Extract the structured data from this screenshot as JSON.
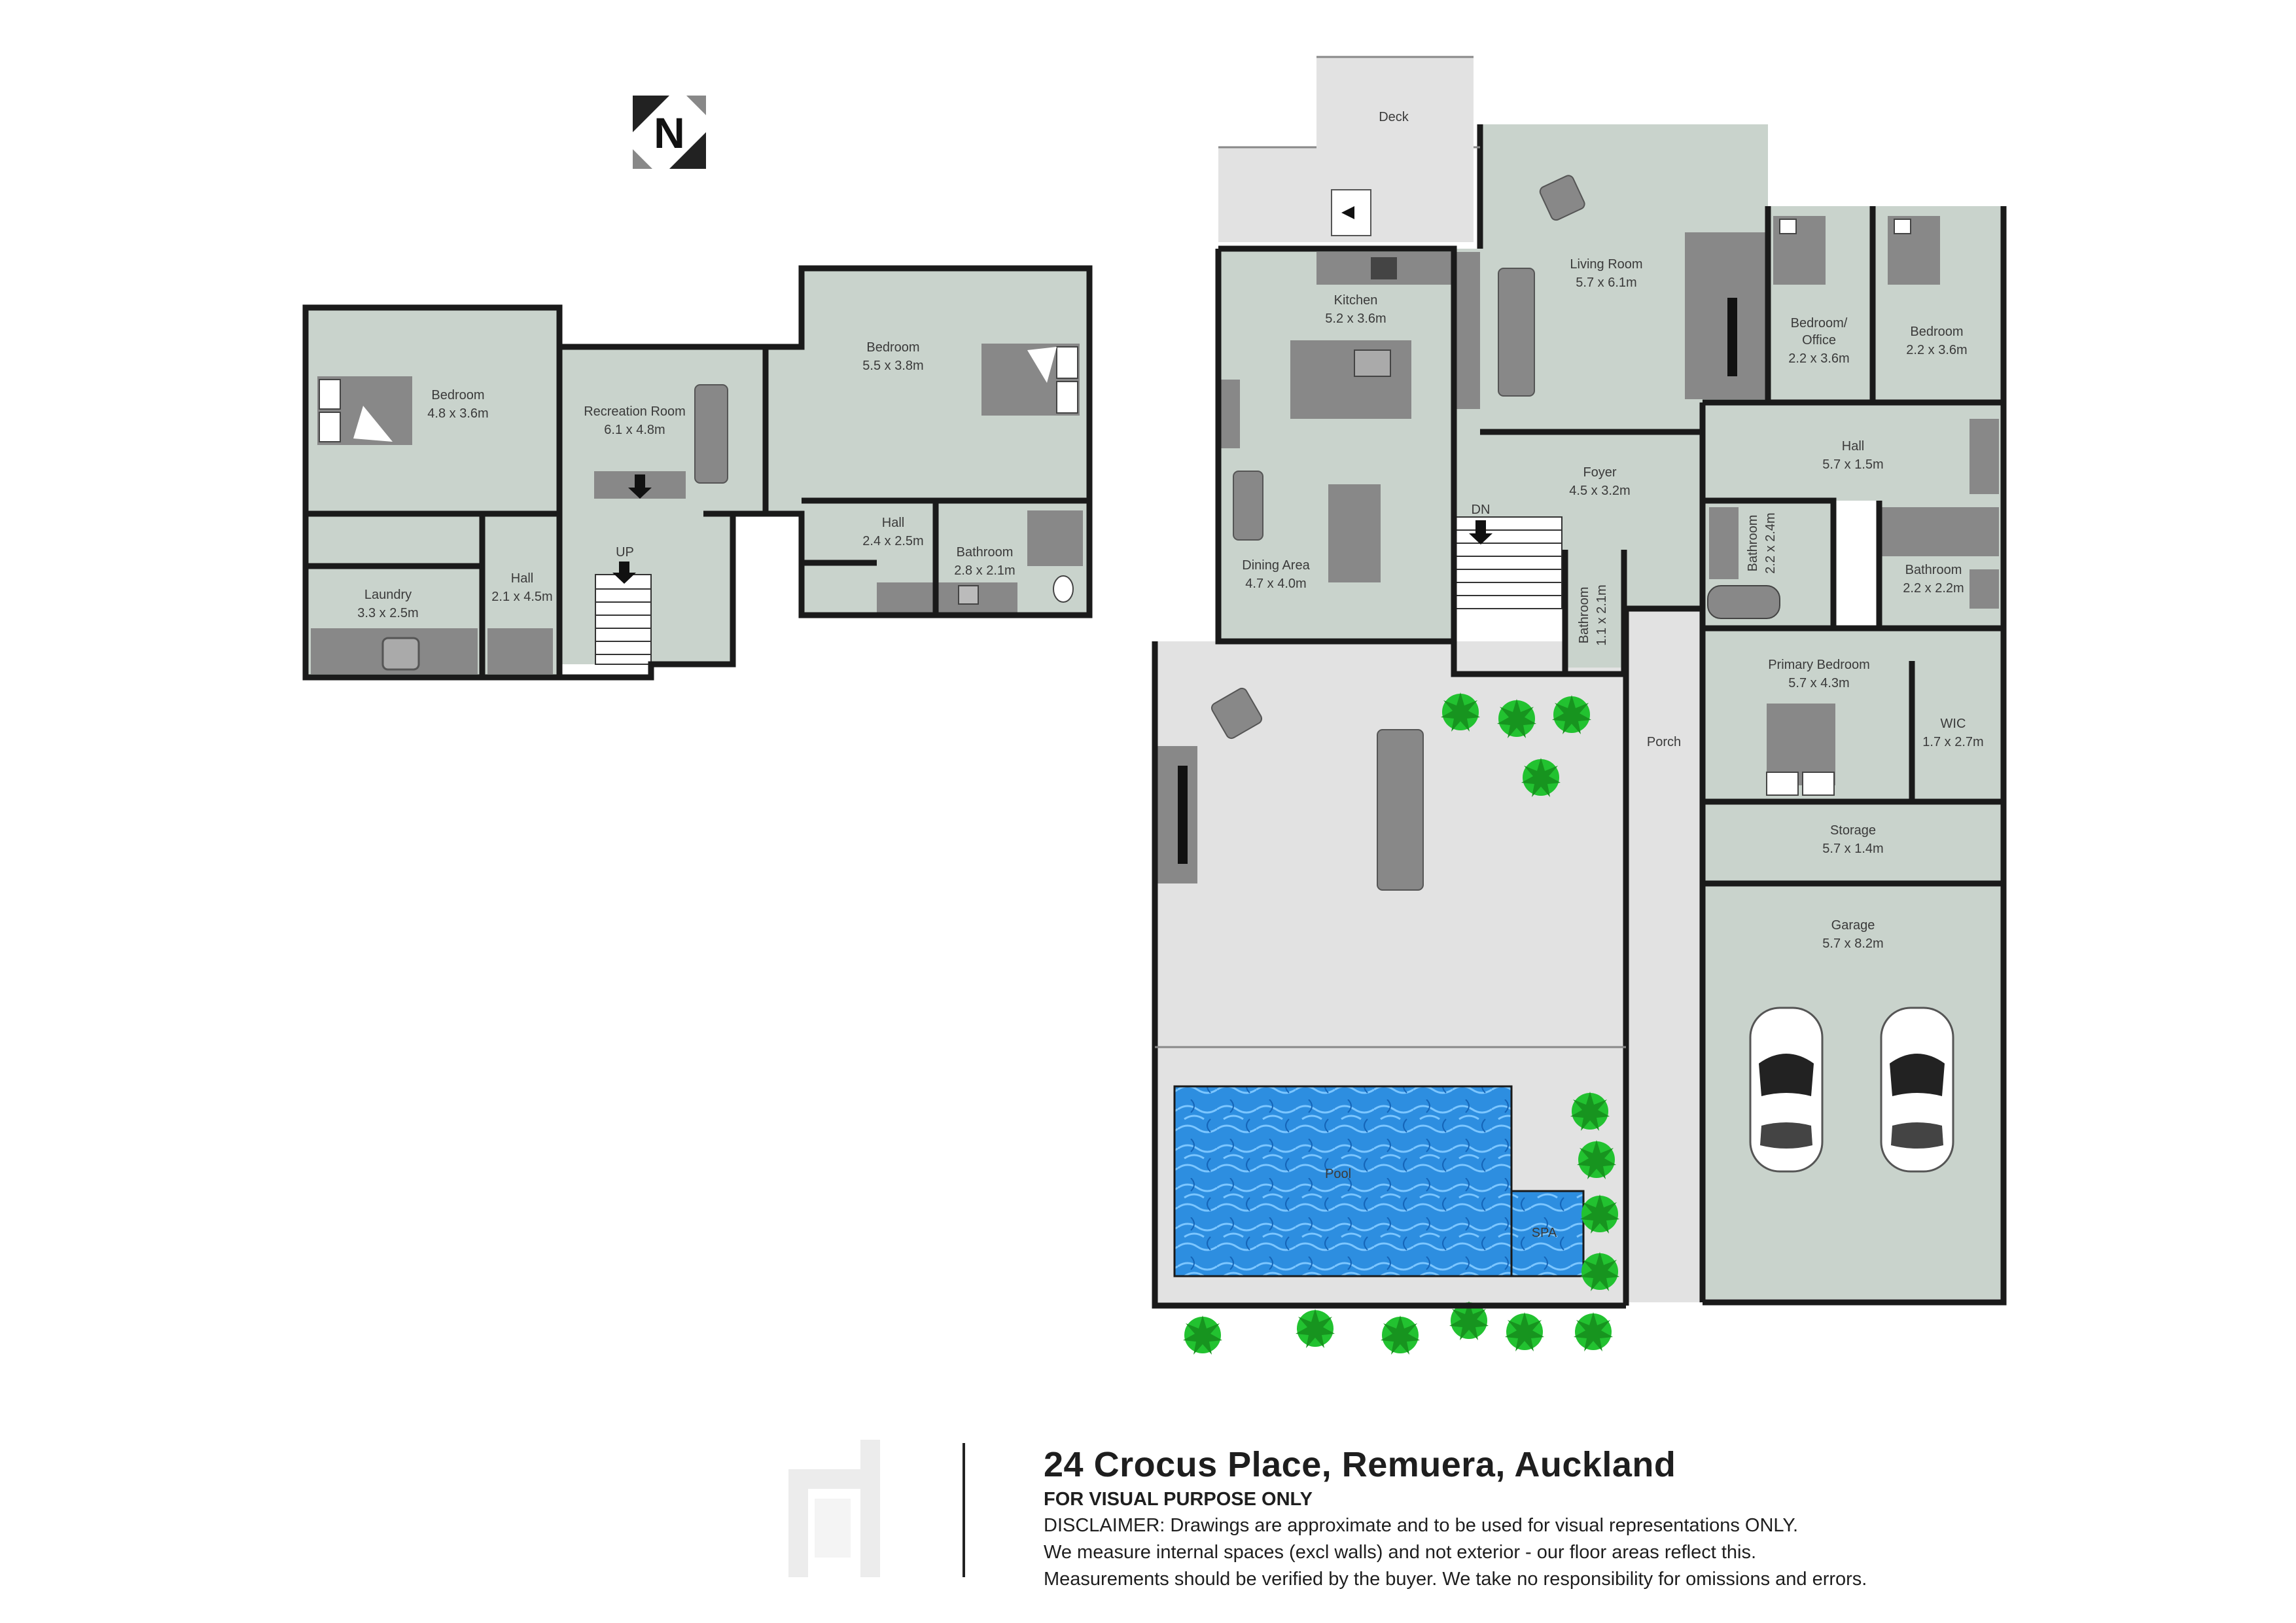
{
  "title_block": {
    "address": "24 Crocus Place, Remuera, Auckland",
    "subtitle": "FOR VISUAL PURPOSE ONLY",
    "disclaimer_lines": [
      "DISCLAIMER:  Drawings are approximate and to be used for visual representations ONLY.",
      "We measure internal spaces (excl walls) and not exterior - our floor areas reflect this.",
      "Measurements should be verified by the buyer. We take no responsibility for omissions and errors."
    ]
  },
  "compass": {
    "letter": "N"
  },
  "lower_floor": {
    "rooms": [
      {
        "name": "Bedroom",
        "size": "4.8 x 3.6m"
      },
      {
        "name": "Recreation Room",
        "size": "6.1 x 4.8m"
      },
      {
        "name": "Bedroom",
        "size": "5.5 x 3.8m"
      },
      {
        "name": "Laundry",
        "size": "3.3 x 2.5m"
      },
      {
        "name": "Hall",
        "size": "2.1 x 4.5m"
      },
      {
        "name": "Hall",
        "size": "2.4 x 2.5m"
      },
      {
        "name": "Bathroom",
        "size": "2.8 x 2.1m"
      }
    ],
    "stair_label": "UP"
  },
  "main_floor": {
    "rooms": [
      {
        "name": "Deck",
        "size": ""
      },
      {
        "name": "Living Room",
        "size": "5.7 x 6.1m"
      },
      {
        "name": "Kitchen",
        "size": "5.2 x 3.6m"
      },
      {
        "name": "Bedroom/",
        "name2": "Office",
        "size": "2.2 x 3.6m"
      },
      {
        "name": "Bedroom",
        "size": "2.2 x 3.6m"
      },
      {
        "name": "Hall",
        "size": "5.7 x 1.5m"
      },
      {
        "name": "Foyer",
        "size": "4.5 x 3.2m"
      },
      {
        "name": "Dining Area",
        "size": "4.7 x 4.0m"
      },
      {
        "name": "Bathroom",
        "size": "2.2 x 2.4m"
      },
      {
        "name": "Bathroom",
        "size": "2.2 x 2.2m"
      },
      {
        "name": "Bathroom",
        "size": "1.1 x 2.1m"
      },
      {
        "name": "Primary Bedroom",
        "size": "5.7 x 4.3m"
      },
      {
        "name": "WIC",
        "size": "1.7 x 2.7m"
      },
      {
        "name": "Porch",
        "size": ""
      },
      {
        "name": "Storage",
        "size": "5.7 x 1.4m"
      },
      {
        "name": "Garage",
        "size": "5.7 x 8.2m"
      },
      {
        "name": "Pool",
        "size": ""
      },
      {
        "name": "SPA",
        "size": ""
      }
    ],
    "stair_label": "DN"
  },
  "colors": {
    "room_fill": "#c9d3cc",
    "wall": "#1a1a1a",
    "outdoor": "#e2e2e2",
    "furniture": "#8a8a8a",
    "pool": "#2f8fe0",
    "plant": "#22c230"
  }
}
